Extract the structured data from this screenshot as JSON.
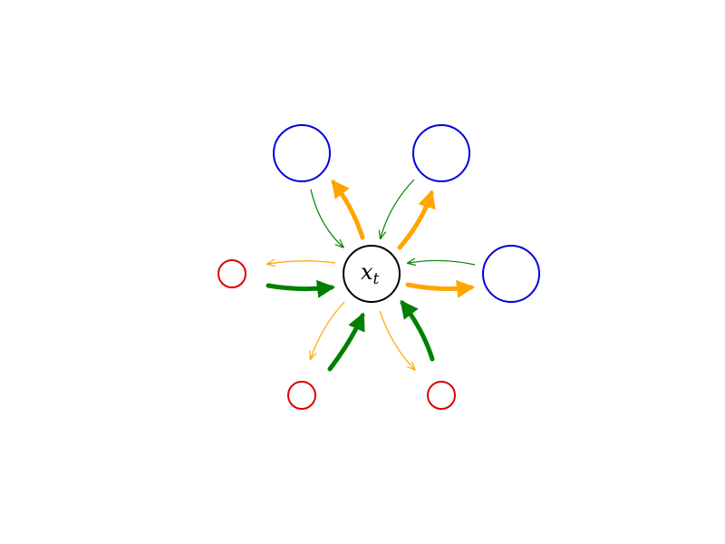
{
  "center_node": {
    "label_main": "x",
    "label_sub": "t",
    "stroke": "#000000"
  },
  "outer_nodes": [
    {
      "id": "blue-top-left",
      "color": "#0000dd",
      "kind": "large"
    },
    {
      "id": "blue-top-right",
      "color": "#0000dd",
      "kind": "large"
    },
    {
      "id": "blue-right",
      "color": "#0000dd",
      "kind": "large"
    },
    {
      "id": "red-left",
      "color": "#dd0000",
      "kind": "small"
    },
    {
      "id": "red-bottom-left",
      "color": "#dd0000",
      "kind": "small"
    },
    {
      "id": "red-bottom-right",
      "color": "#dd0000",
      "kind": "small"
    }
  ],
  "arrow_colors": {
    "green": "#008000",
    "orange": "#ffa500"
  }
}
